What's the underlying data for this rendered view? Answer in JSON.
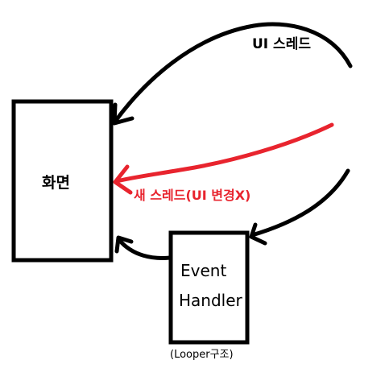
{
  "boxes": {
    "screen": "화면",
    "handler_line1": "Event",
    "handler_line2": "Handler",
    "handler_note": "(Looper구조)"
  },
  "arrows": {
    "ui_thread": "UI 스레드",
    "new_thread": "새 스레드(UI 변경X)"
  },
  "colors": {
    "ink": "#000000",
    "red": "#e8242e",
    "background": "#ffffff"
  }
}
